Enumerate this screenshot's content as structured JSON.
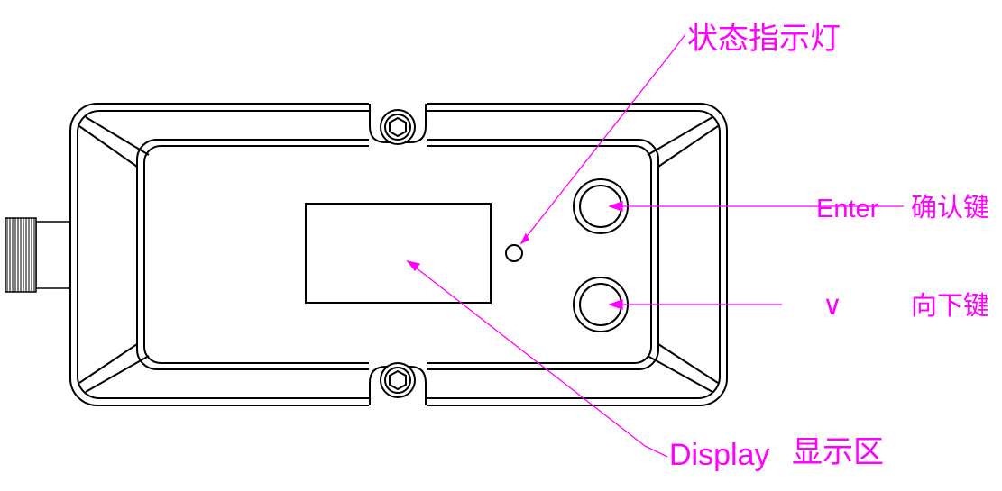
{
  "colors": {
    "annotation": "#ff00ff",
    "outline": "#000000"
  },
  "labels": {
    "status_led": "状态指示灯",
    "enter_en": "Enter",
    "enter_cn": "确认键",
    "down_symbol": "∨",
    "down_cn": "向下键",
    "display_en": "Display",
    "display_cn": "显示区"
  },
  "icons": {
    "top_screw": "hex-socket-screw-icon",
    "bottom_screw": "hex-socket-screw-icon",
    "connector": "threaded-connector-icon"
  }
}
